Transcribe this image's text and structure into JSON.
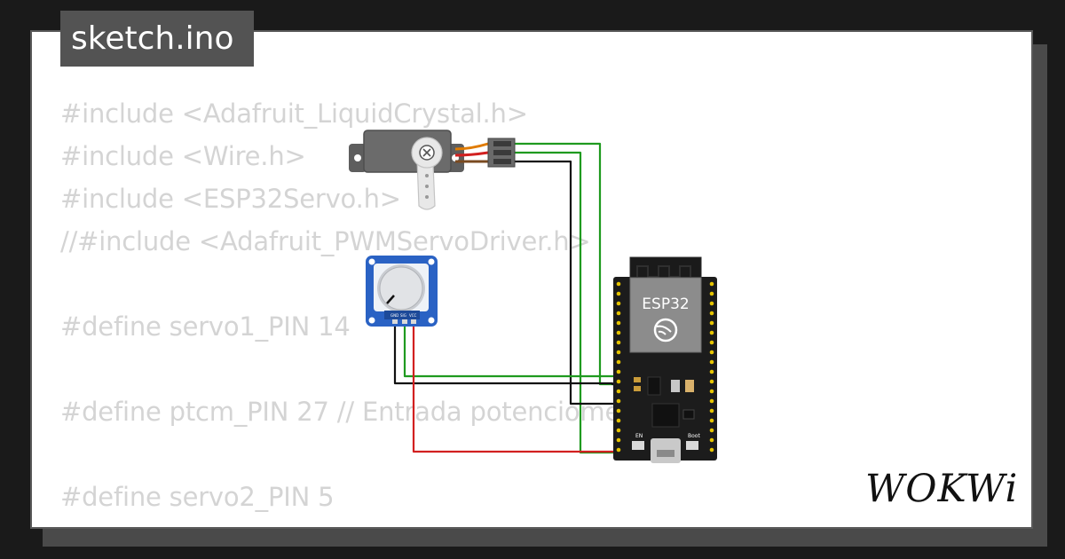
{
  "title": "sketch.ino",
  "code_lines": [
    "#include <Adafruit_LiquidCrystal.h>",
    "#include <Wire.h>",
    "#include <ESP32Servo.h>",
    "//#include <Adafruit_PWMServoDriver.h>",
    "",
    "#define servo1_PIN 14",
    "",
    "#define ptcm_PIN 27 // Entrada potenciometro",
    "",
    "#define servo2_PIN 5"
  ],
  "board": {
    "label": "ESP32",
    "en_label": "EN",
    "boot_label": "Boot"
  },
  "potentiometer": {
    "pin_labels": [
      "GND",
      "SIG",
      "VCC"
    ]
  },
  "logo": "WOKWi",
  "colors": {
    "background": "#1a1a1a",
    "card": "#ffffff",
    "title_tab": "#535353",
    "code_text": "#d4d4d4",
    "wire_green": "#1f9a1f",
    "wire_black": "#111111",
    "wire_red": "#d22020",
    "pot_board": "#2a62c4",
    "board": "#1c1c1c"
  }
}
